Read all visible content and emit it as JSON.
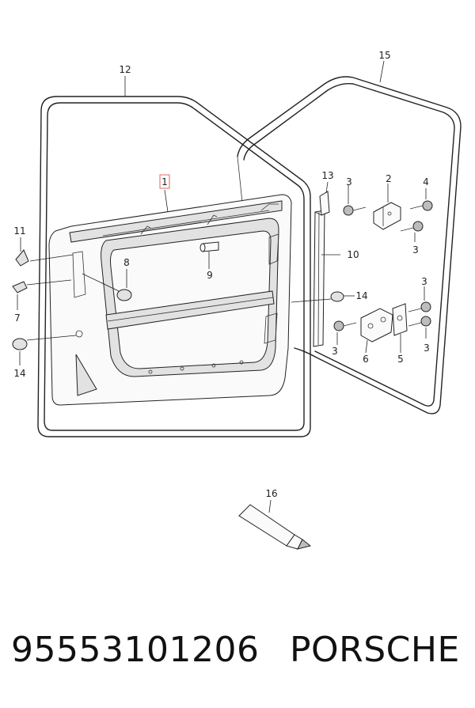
{
  "colors": {
    "highlight": "#e06666",
    "line": "#222222",
    "background": "#ffffff"
  },
  "callouts": {
    "c1": "1",
    "c2": "2",
    "c3a": "3",
    "c3b": "3",
    "c3c": "3",
    "c3d": "3",
    "c3e": "3",
    "c4": "4",
    "c5": "5",
    "c6": "6",
    "c7": "7",
    "c8": "8",
    "c9": "9",
    "c10": "10",
    "c11": "11",
    "c12": "12",
    "c13": "13",
    "c14a": "14",
    "c14b": "14",
    "c15": "15",
    "c16": "16"
  },
  "footer": {
    "part_number": "95553101206",
    "brand": "PORSCHE"
  }
}
